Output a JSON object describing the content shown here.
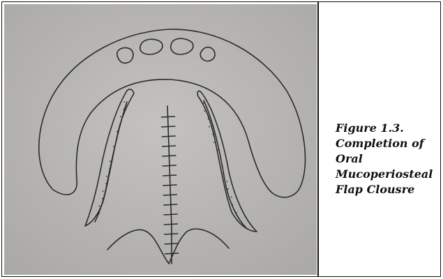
{
  "figure": {
    "label": "Figure 1.3.",
    "caption_lines": [
      "Completion of",
      "Oral",
      "Mucoperiosteal",
      "Flap Clousre"
    ]
  },
  "colors": {
    "paper": "#b9b8b4",
    "ink": "#2b2b2b",
    "border": "#111111"
  }
}
